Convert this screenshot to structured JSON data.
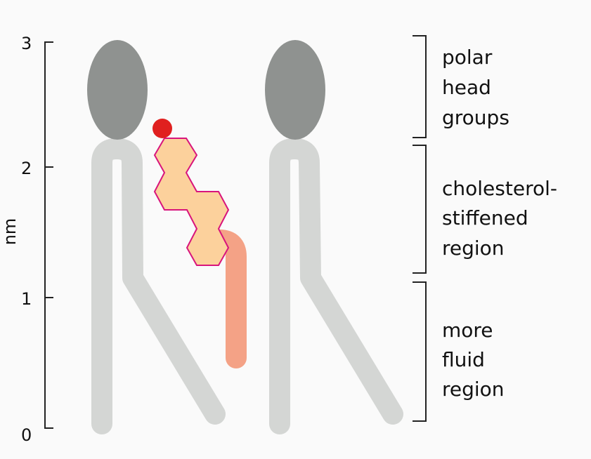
{
  "axis": {
    "title": "nm",
    "ticks": [
      "0",
      "1",
      "2",
      "3"
    ]
  },
  "regions": [
    {
      "id": "polar",
      "lines": [
        "polar",
        "head",
        "groups"
      ]
    },
    {
      "id": "stiff",
      "lines": [
        "cholesterol-",
        "stiffened",
        "region"
      ]
    },
    {
      "id": "fluid",
      "lines": [
        "more",
        "fluid",
        "region"
      ]
    }
  ],
  "colors": {
    "head": "#8f9290",
    "tail": "#d4d6d4",
    "cholesterol_ring_fill": "#fcd19c",
    "cholesterol_ring_stroke": "#d8147c",
    "cholesterol_oh": "#e0201f",
    "cholesterol_tail": "#f4a286",
    "line": "#222222"
  }
}
